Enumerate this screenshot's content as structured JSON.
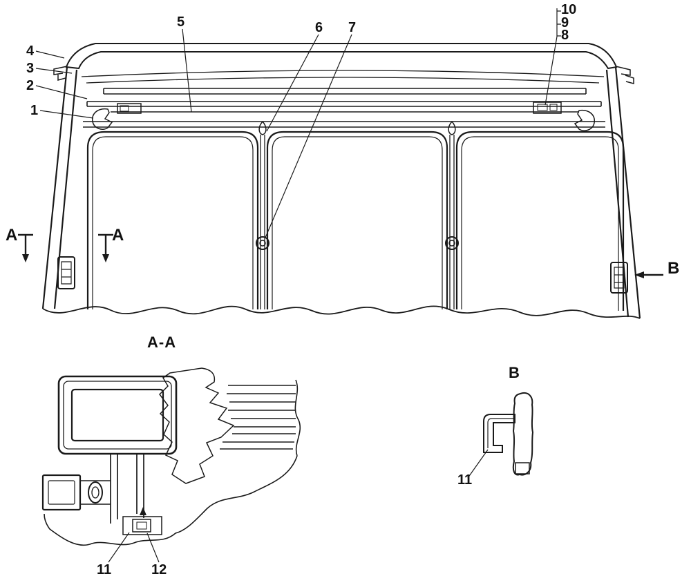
{
  "drawing": {
    "labels": {
      "callout_1": "1",
      "callout_2": "2",
      "callout_3": "3",
      "callout_4": "4",
      "callout_5": "5",
      "callout_6": "6",
      "callout_7": "7",
      "callout_8": "8",
      "callout_9": "9",
      "callout_10": "10",
      "callout_11_aa": "11",
      "callout_12": "12",
      "callout_11_b": "11",
      "section_a_left": "A",
      "section_a_right": "A",
      "section_b_arrow": "B",
      "view_aa_title": "A-A",
      "view_b_title": "B"
    },
    "colors": {
      "line": "#1a1a1a",
      "background": "#ffffff"
    }
  }
}
